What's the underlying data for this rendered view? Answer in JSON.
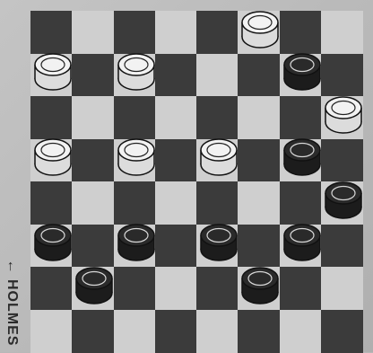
{
  "label": {
    "text": "← HOLMES",
    "position": "left-edge-rotated"
  },
  "board": {
    "rows": 8,
    "cols": 8,
    "colors": {
      "light": "#cfcfcf",
      "dark": "#3b3b3b",
      "white_piece": "#f2f2f2",
      "black_piece": "#2a2a2a"
    },
    "pieces": [
      {
        "color": "white",
        "row": 0,
        "col": 5
      },
      {
        "color": "white",
        "row": 1,
        "col": 0
      },
      {
        "color": "white",
        "row": 1,
        "col": 2
      },
      {
        "color": "black",
        "row": 1,
        "col": 6
      },
      {
        "color": "white",
        "row": 2,
        "col": 7
      },
      {
        "color": "white",
        "row": 3,
        "col": 0
      },
      {
        "color": "white",
        "row": 3,
        "col": 2
      },
      {
        "color": "white",
        "row": 3,
        "col": 4
      },
      {
        "color": "black",
        "row": 3,
        "col": 6
      },
      {
        "color": "black",
        "row": 4,
        "col": 7
      },
      {
        "color": "black",
        "row": 5,
        "col": 0
      },
      {
        "color": "black",
        "row": 5,
        "col": 2
      },
      {
        "color": "black",
        "row": 5,
        "col": 4
      },
      {
        "color": "black",
        "row": 5,
        "col": 6
      },
      {
        "color": "black",
        "row": 6,
        "col": 1
      },
      {
        "color": "black",
        "row": 6,
        "col": 5
      }
    ]
  }
}
